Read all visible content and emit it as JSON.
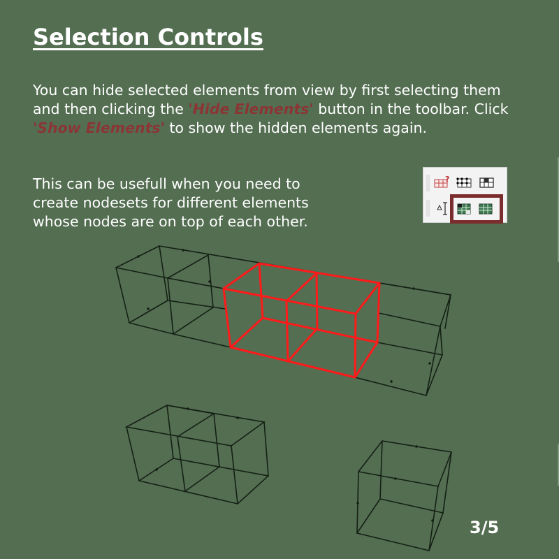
{
  "slide": {
    "title": "Selection Controls",
    "paragraph1": {
      "part1": "You can hide selected elements from view by first selecting them and then clicking the ",
      "hide_label": "'Hide Elements'",
      "part2": " button in the toolbar. Click ",
      "show_label": "'Show Elements'",
      "part3": " to show the hidden elements again."
    },
    "paragraph2": "This can be usefull when you need to create nodesets for different elements whose nodes are on top of each other.",
    "page_indicator": "3/5"
  },
  "toolbar": {
    "buttons": [
      {
        "icon": "query-element-icon"
      },
      {
        "icon": "select-nodes-grid-icon"
      },
      {
        "icon": "select-elements-grid-icon"
      },
      {
        "icon": "measure-icon"
      },
      {
        "icon": "hide-elements-icon"
      },
      {
        "icon": "show-elements-icon"
      }
    ],
    "highlight_color": "#7b2c2c"
  },
  "colors": {
    "background": "#546e52",
    "text": "#ffffff",
    "emphasis": "#8b3535",
    "mesh_edges": "#142014",
    "selected_edges": "#ff1a1a"
  }
}
